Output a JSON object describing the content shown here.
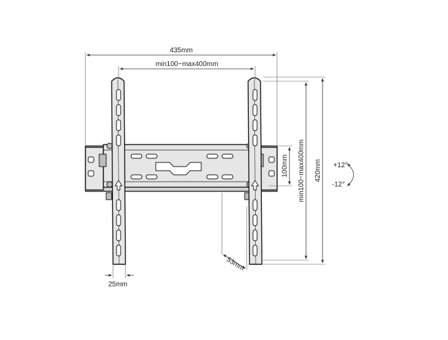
{
  "dimensions": {
    "overall_width": "435mm",
    "vesa_horizontal": "min100~max400mm",
    "vesa_vertical": "min100~max400mm",
    "rail_height": "100mm",
    "overall_height": "420mm",
    "profile_depth": "53mm",
    "bracket_width": "25mm"
  },
  "tilt": {
    "up": "+12°",
    "down": "-12°"
  }
}
